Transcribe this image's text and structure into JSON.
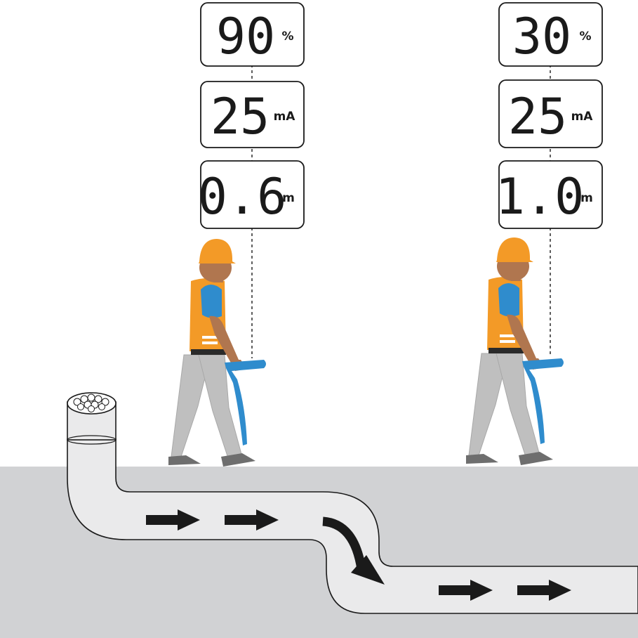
{
  "readouts": {
    "left": {
      "percent": {
        "value": "90",
        "unit": "%"
      },
      "current": {
        "value": "25",
        "unit": "mA"
      },
      "depth": {
        "value": "0.6",
        "unit": "m"
      }
    },
    "right": {
      "percent": {
        "value": "30",
        "unit": "%"
      },
      "current": {
        "value": "25",
        "unit": "mA"
      },
      "depth": {
        "value": "1.0",
        "unit": "m"
      }
    }
  },
  "colors": {
    "ground": "#d1d2d4",
    "pipe_fill": "#eaeaeb",
    "outline": "#1a1a1a",
    "helmet": "#f39a27",
    "vest": "#f39a27",
    "skin": "#b0764f",
    "shirt": "#2f8ccd",
    "trousers": "#bfbfbf",
    "shoes": "#6e6e6e",
    "locator": "#2f8ccd",
    "arrow": "#1a1a1a"
  },
  "icons": [
    "worker-figure",
    "cable-locator",
    "cable-bundle",
    "flow-arrow"
  ]
}
